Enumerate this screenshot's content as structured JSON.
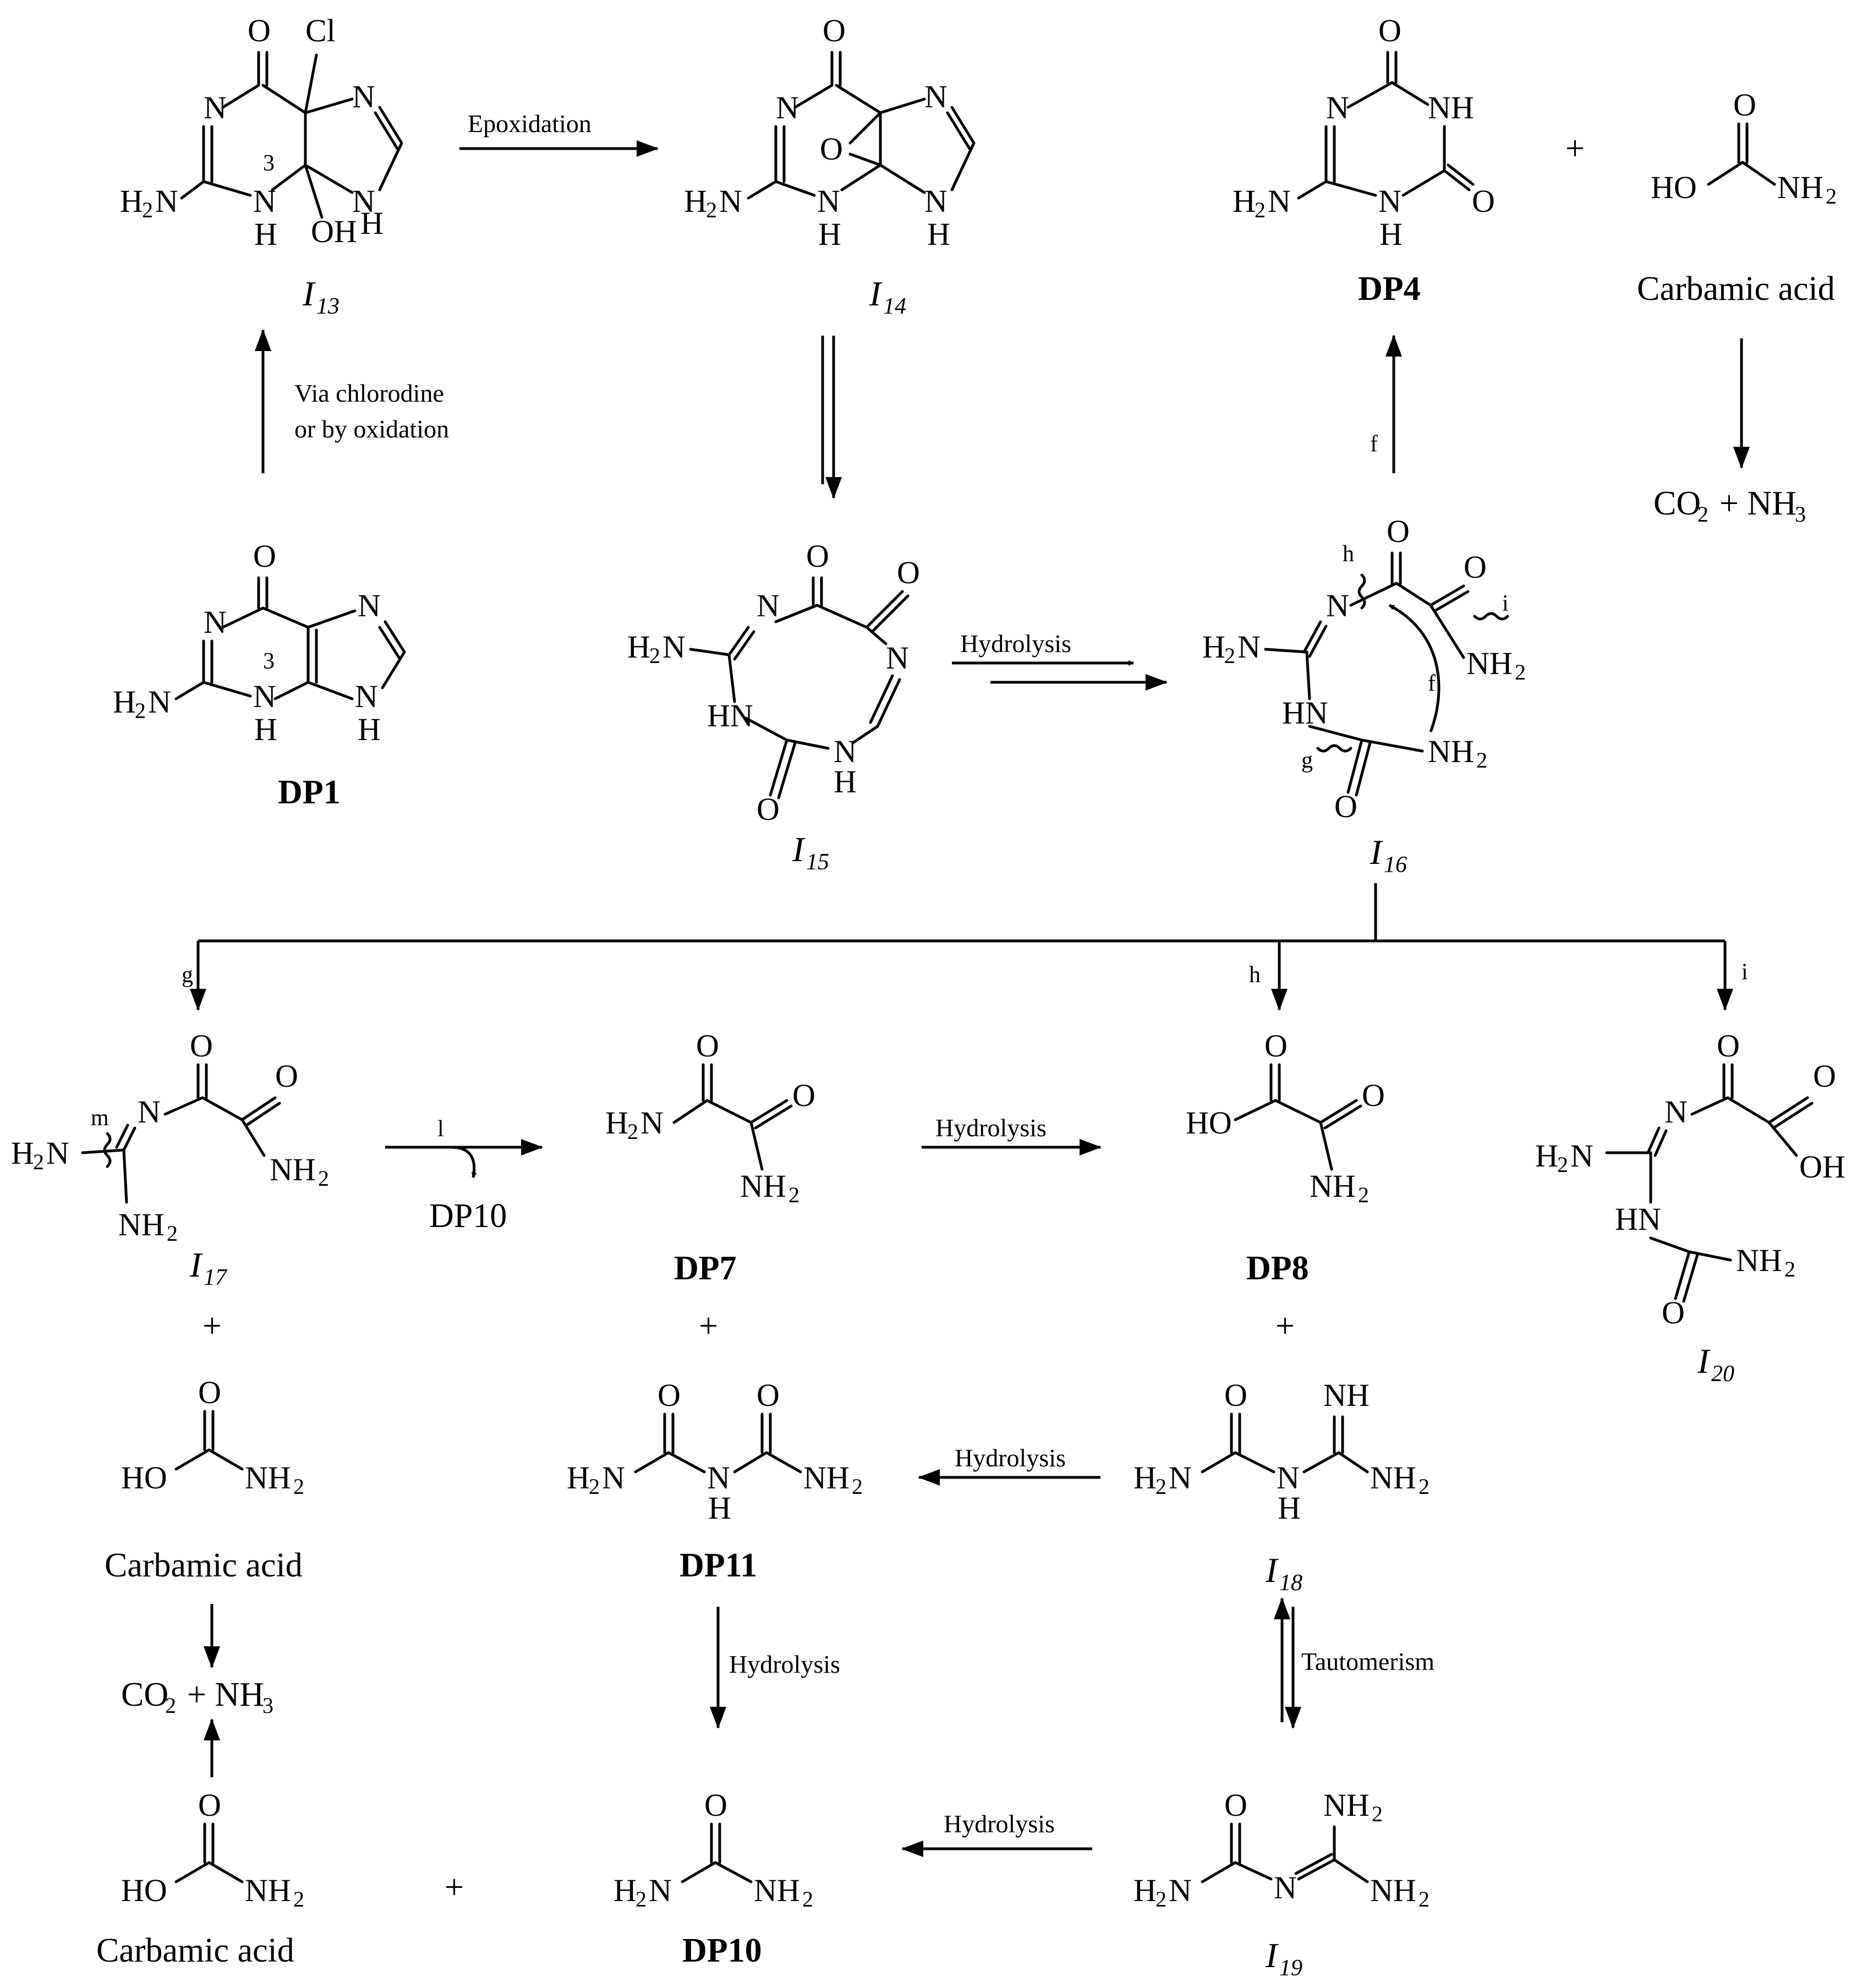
{
  "compounds": {
    "I13": {
      "label": "I",
      "sub": "13"
    },
    "I14": {
      "label": "I",
      "sub": "14"
    },
    "I15": {
      "label": "I",
      "sub": "15"
    },
    "I16": {
      "label": "I",
      "sub": "16"
    },
    "I17": {
      "label": "I",
      "sub": "17"
    },
    "I18": {
      "label": "I",
      "sub": "18"
    },
    "I19": {
      "label": "I",
      "sub": "19"
    },
    "I20": {
      "label": "I",
      "sub": "20"
    },
    "DP1": "DP1",
    "DP4": "DP4",
    "DP7": "DP7",
    "DP8": "DP8",
    "DP10": "DP10",
    "DP10_side": "DP10",
    "DP11": "DP11"
  },
  "byproducts": {
    "carbamic_acid": "Carbamic acid",
    "co2": "CO",
    "nh3": "NH",
    "sub2": "2",
    "sub3": "3",
    "plus": "+"
  },
  "conditions": {
    "epoxidation": "Epoxidation",
    "via_line1": "Via chlorodine",
    "via_line2": "or by oxidation",
    "hydrolysis": "Hydrolysis",
    "tautomerism": "Tautomerism",
    "f": "f",
    "g": "g",
    "h": "h",
    "i": "i",
    "l": "l",
    "m": "m",
    "three": "3"
  },
  "atoms": {
    "O": "O",
    "N": "N",
    "NH": "NH",
    "HN": "HN",
    "H": "H",
    "Cl": "Cl",
    "OH": "OH",
    "HO": "HO",
    "H2N": "H",
    "NH2": "NH",
    "sub2": "2"
  }
}
